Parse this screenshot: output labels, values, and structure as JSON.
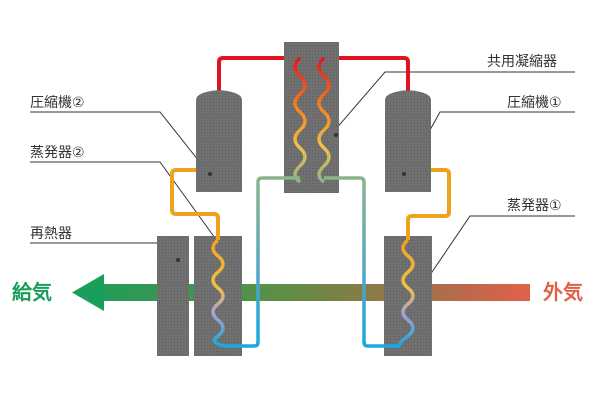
{
  "labels": {
    "compressor2": "圧縮機②",
    "evaporator2": "蒸発器②",
    "reheater": "再熱器",
    "shared_condenser": "共用凝縮器",
    "compressor1": "圧縮機①",
    "evaporator1": "蒸発器①"
  },
  "airflow": {
    "supply_label": "給気",
    "outside_label": "外気"
  },
  "colors": {
    "supply_air": "#1a9e5c",
    "outside_air": "#e0614a",
    "hot_gas": "#e0141e",
    "warm_refrigerant": "#f0a21e",
    "cold_refrigerant": "#1aa8e0",
    "mixed_refrigerant": "#8ab48a",
    "component": "#6e6e6e"
  }
}
